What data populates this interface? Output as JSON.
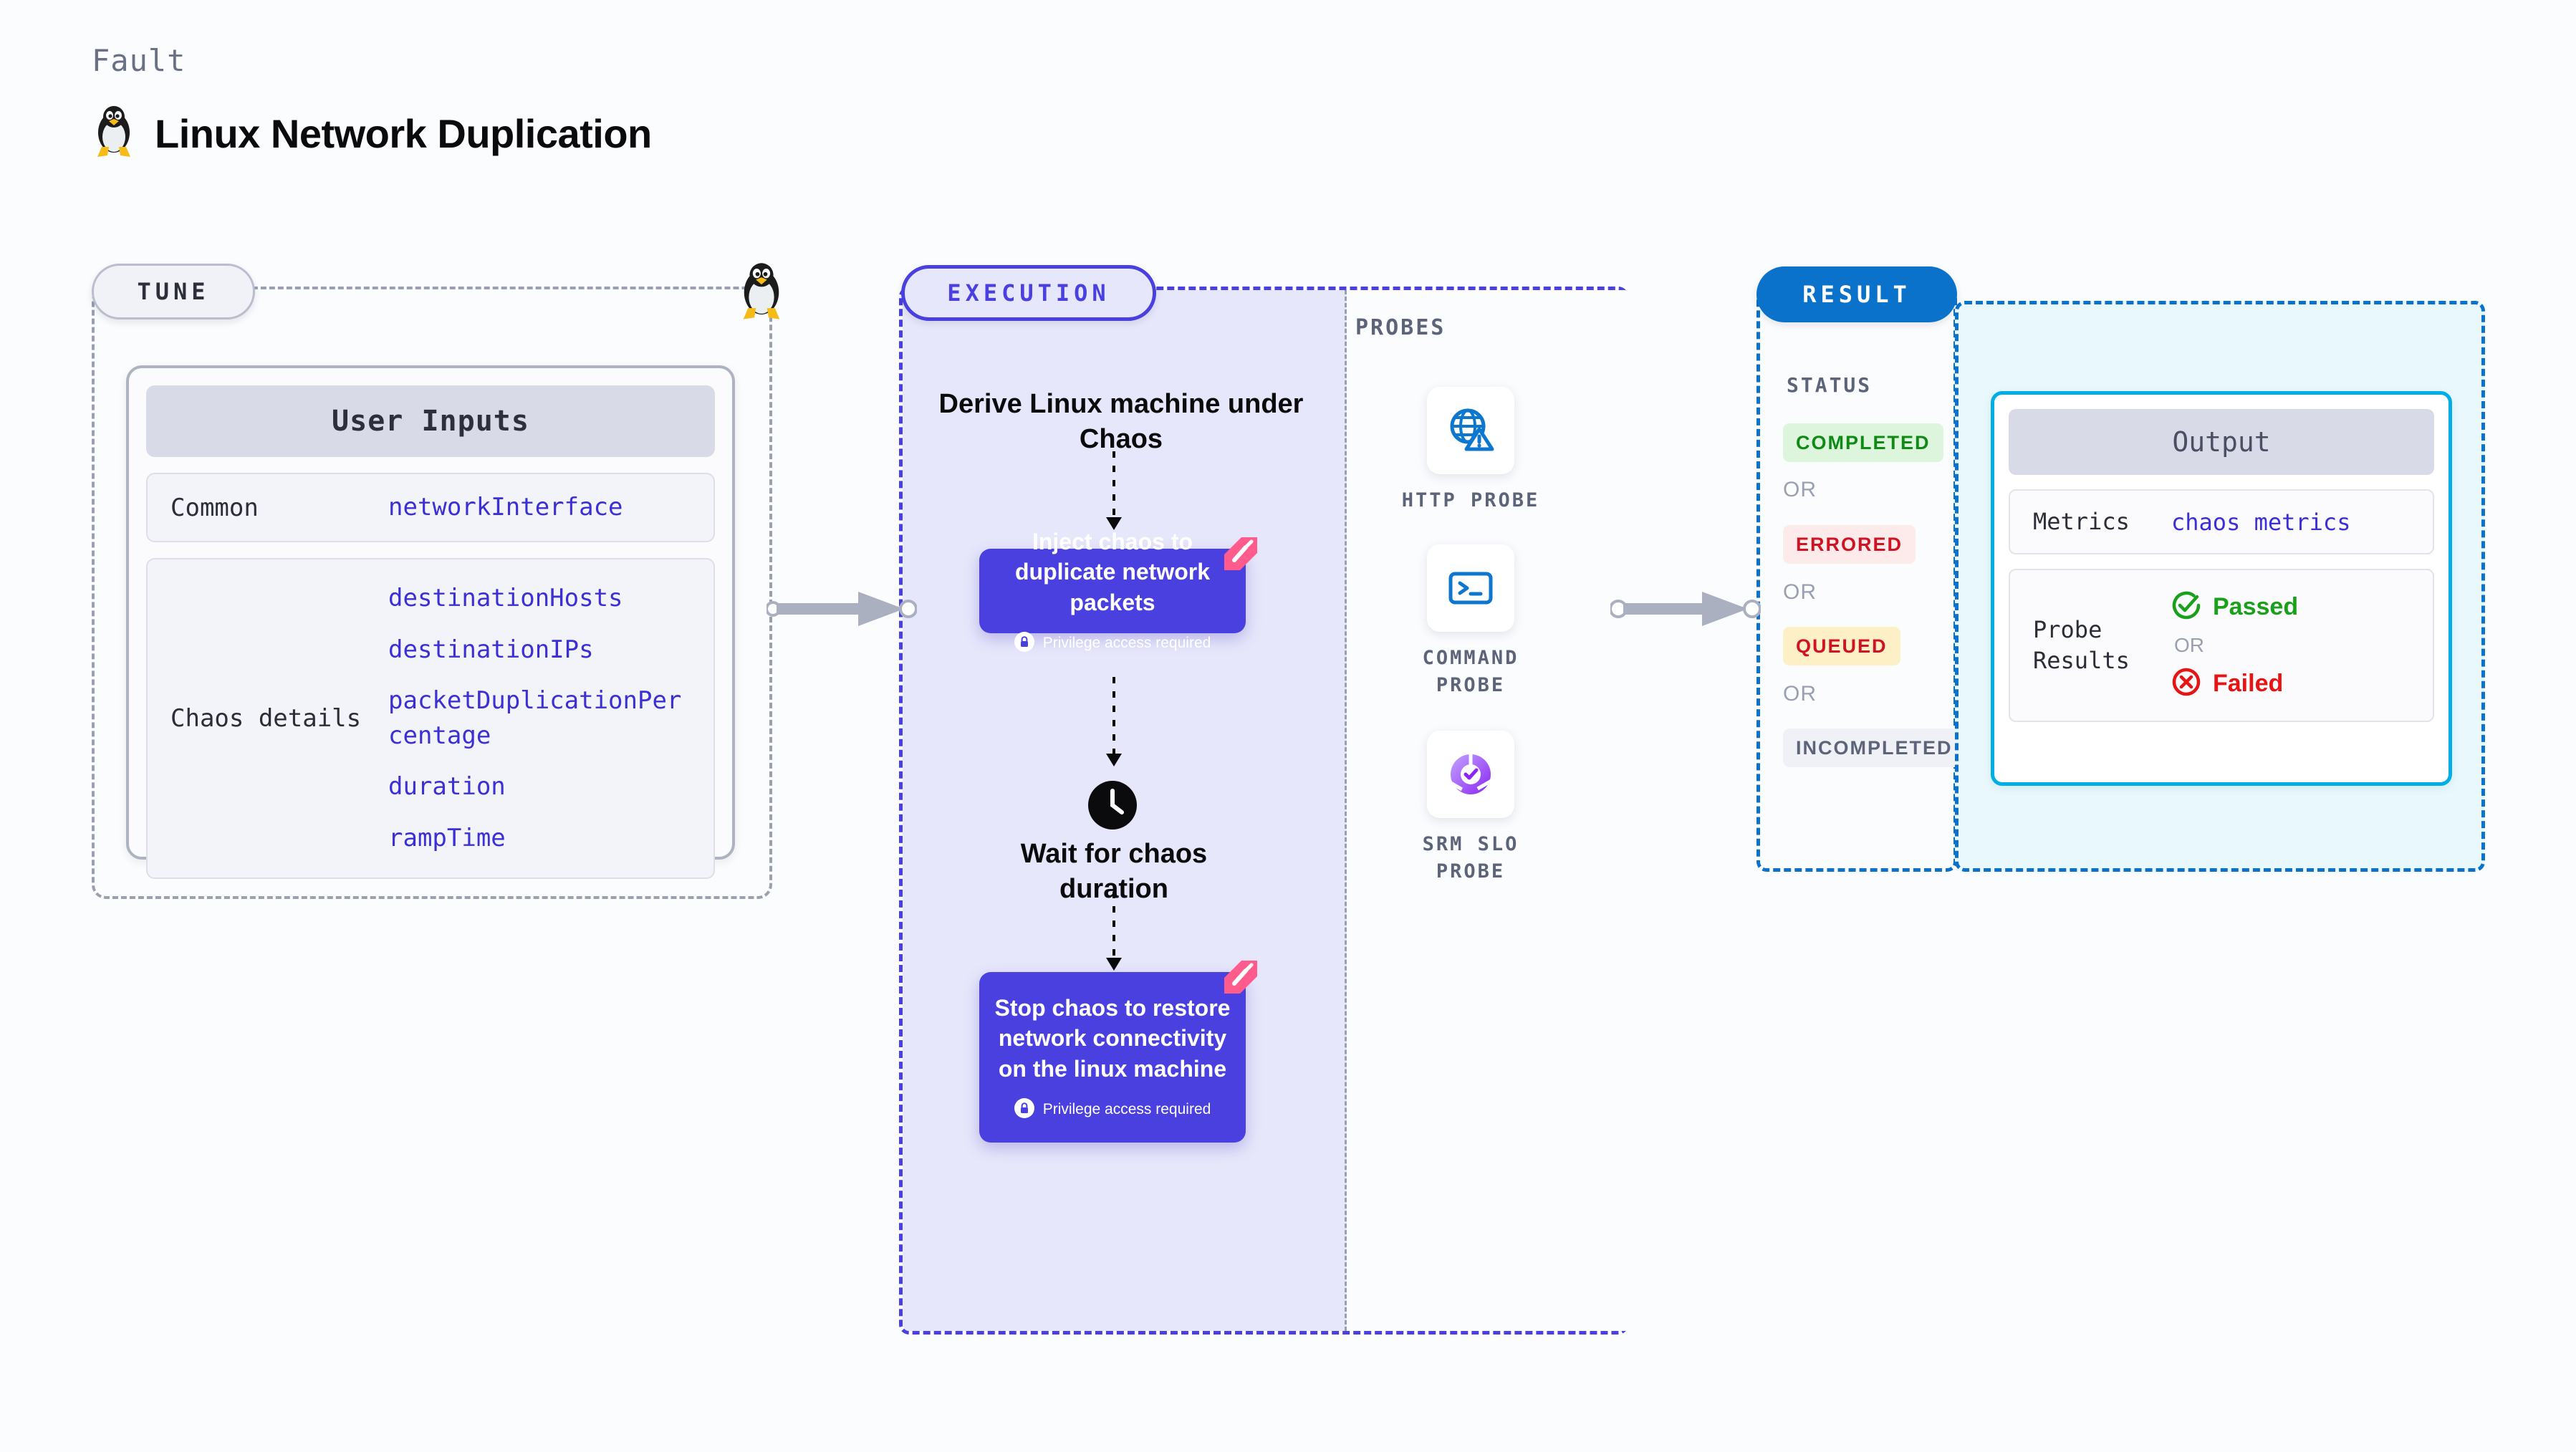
{
  "header": {
    "eyebrow": "Fault",
    "title": "Linux Network Duplication",
    "icon": "linux-tux-icon"
  },
  "tune": {
    "badge": "TUNE",
    "card_title": "User Inputs",
    "groups": [
      {
        "label": "Common",
        "values": [
          "networkInterface"
        ]
      },
      {
        "label": "Chaos details",
        "values": [
          "destinationHosts",
          "destinationIPs",
          "packetDuplicationPercentage",
          "duration",
          "rampTime"
        ]
      }
    ]
  },
  "execution": {
    "badge": "EXECUTION",
    "step_derive": "Derive Linux machine under Chaos",
    "card_inject": {
      "title": "Inject chaos to duplicate network packets",
      "privilege": "Privilege access required"
    },
    "step_wait": "Wait for chaos duration",
    "card_stop": {
      "title": "Stop chaos to restore network connectivity on the linux machine",
      "privilege": "Privilege access required"
    }
  },
  "probes": {
    "label": "PROBES",
    "items": [
      {
        "name": "HTTP PROBE",
        "icon": "globe-warning-icon"
      },
      {
        "name": "COMMAND PROBE",
        "icon": "terminal-icon"
      },
      {
        "name": "SRM SLO PROBE",
        "icon": "slo-donut-check-icon"
      }
    ]
  },
  "result": {
    "badge": "RESULT",
    "status_label": "STATUS",
    "or_label": "OR",
    "statuses": [
      {
        "label": "COMPLETED",
        "bg": "#ddf4dd",
        "fg": "#0f8a14"
      },
      {
        "label": "ERRORED",
        "bg": "#fdeaea",
        "fg": "#cf1322"
      },
      {
        "label": "QUEUED",
        "bg": "#fdf0c6",
        "fg": "#cf1322"
      },
      {
        "label": "INCOMPLETED",
        "bg": "#f0f1f6",
        "fg": "#5d6479"
      }
    ],
    "output": {
      "title": "Output",
      "metrics_label": "Metrics",
      "metrics_value": "chaos metrics",
      "probe_label": "Probe Results",
      "passed": "Passed",
      "failed": "Failed",
      "or_label": "OR",
      "pass_color": "#1aa01a",
      "fail_color": "#e81414"
    }
  },
  "colors": {
    "accent_purple": "#4a40e0",
    "accent_blue": "#0b72cb",
    "accent_cyan": "#00ade4",
    "harness_pink": "#ff5c8d",
    "page_bg": "#fbfcfe"
  }
}
